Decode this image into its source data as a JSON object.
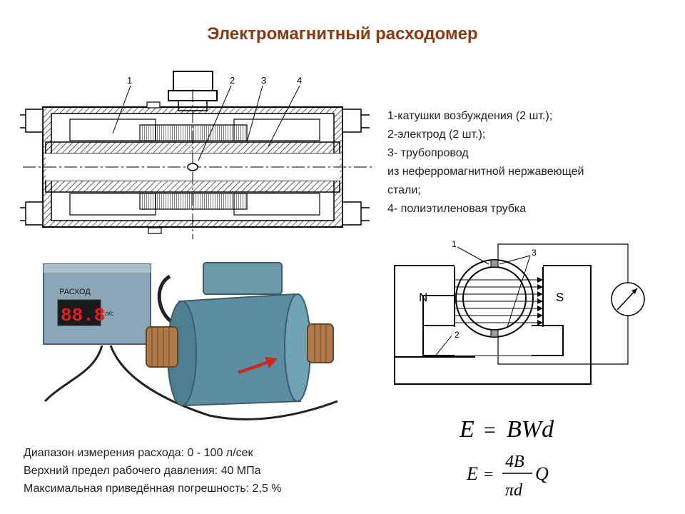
{
  "page": {
    "title": "Электромагнитный расходомер"
  },
  "legend": {
    "items": [
      "1-катушки возбуждения (2 шт.);",
      "2-электрод (2 шт.);",
      "3-  трубопровод",
      "из неферромагнитной нержавеющей",
      "стали;",
      "4- полиэтиленовая трубка"
    ]
  },
  "section_drawing": {
    "callouts": [
      "1",
      "2",
      "3",
      "4"
    ]
  },
  "schematic": {
    "pole_north": "N",
    "pole_south": "S",
    "callouts": [
      "1",
      "2",
      "3"
    ]
  },
  "photo": {
    "device_label": "РАСХОД",
    "display_digits": "88.8",
    "unit_label": "л/с"
  },
  "specs": {
    "range": "Диапазон измерения расхода: 0 - 100 л/сек",
    "pressure": "Верхний предел рабочего давления: 40 МПа",
    "error": "Максимальная приведённая погрешность: 2,5 %"
  },
  "formulas": {
    "f1_lhs": "E",
    "f1_eq": "=",
    "f1_rhs": "BWd",
    "f2_lhs": "E",
    "f2_eq": "=",
    "f2_num": "4B",
    "f2_den": "πd",
    "f2_tail": "Q"
  },
  "colors": {
    "title": "#8a3a12",
    "body_text": "#222222",
    "device_body": "#5a8ea0",
    "display_digits": "#e02020"
  }
}
